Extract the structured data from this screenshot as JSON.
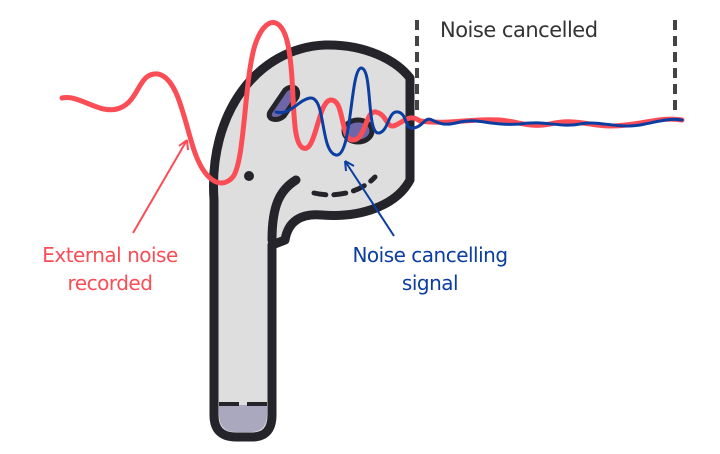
{
  "labels": {
    "noise_cancelled": "Noise cancelled",
    "external_noise": [
      "External noise",
      "recorded"
    ],
    "cancelling_signal": [
      "Noise cancelling",
      "signal"
    ]
  },
  "colors": {
    "external_noise": "#fa4d56",
    "cancelling_signal": "#0b3ea0",
    "outline": "#24242a",
    "body": "#dedede",
    "mic": "#6e66a8",
    "tip": "#aaa8be",
    "dashes": "#444444"
  }
}
